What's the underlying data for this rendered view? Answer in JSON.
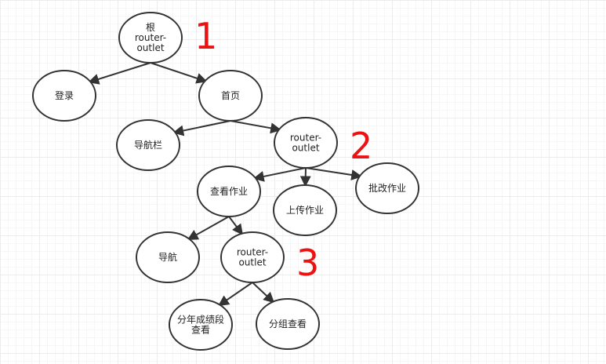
{
  "nodes": [
    {
      "id": "root",
      "lines": [
        "根",
        "router-",
        "outlet"
      ]
    },
    {
      "id": "login",
      "lines": [
        "登录"
      ]
    },
    {
      "id": "home",
      "lines": [
        "首页"
      ]
    },
    {
      "id": "navbar",
      "lines": [
        "导航栏"
      ]
    },
    {
      "id": "outlet2",
      "lines": [
        "router-",
        "outlet"
      ]
    },
    {
      "id": "view-homework",
      "lines": [
        "查看作业"
      ]
    },
    {
      "id": "upload-homework",
      "lines": [
        "上传作业"
      ]
    },
    {
      "id": "grade-homework",
      "lines": [
        "批改作业"
      ]
    },
    {
      "id": "nav",
      "lines": [
        "导航"
      ]
    },
    {
      "id": "outlet3",
      "lines": [
        "router-",
        "outlet"
      ]
    },
    {
      "id": "by-score",
      "lines": [
        "分年成绩段",
        "查看"
      ]
    },
    {
      "id": "by-group",
      "lines": [
        "分组查看"
      ]
    }
  ],
  "edges": [
    [
      "root",
      "login"
    ],
    [
      "root",
      "home"
    ],
    [
      "home",
      "navbar"
    ],
    [
      "home",
      "outlet2"
    ],
    [
      "outlet2",
      "view-homework"
    ],
    [
      "outlet2",
      "upload-homework"
    ],
    [
      "outlet2",
      "grade-homework"
    ],
    [
      "view-homework",
      "nav"
    ],
    [
      "view-homework",
      "outlet3"
    ],
    [
      "outlet3",
      "by-score"
    ],
    [
      "outlet3",
      "by-group"
    ]
  ],
  "annotations": [
    "1",
    "2",
    "3"
  ],
  "colors": {
    "node_stroke": "#333333",
    "edge": "#333333",
    "annotation": "#ee1111"
  }
}
